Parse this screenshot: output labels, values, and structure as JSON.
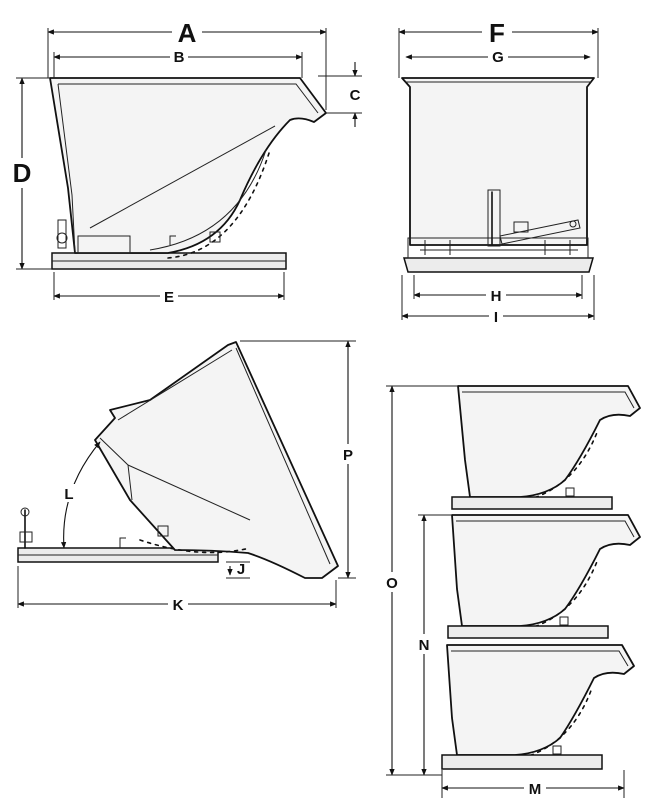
{
  "labels": {
    "A": "A",
    "B": "B",
    "C": "C",
    "D": "D",
    "E": "E",
    "F": "F",
    "G": "G",
    "H": "H",
    "I": "I",
    "J": "J",
    "K": "K",
    "L": "L",
    "M": "M",
    "N": "N",
    "O": "O",
    "P": "P"
  },
  "colors": {
    "line": "#111111",
    "fill": "#f4f4f4",
    "base": "#ececec"
  }
}
